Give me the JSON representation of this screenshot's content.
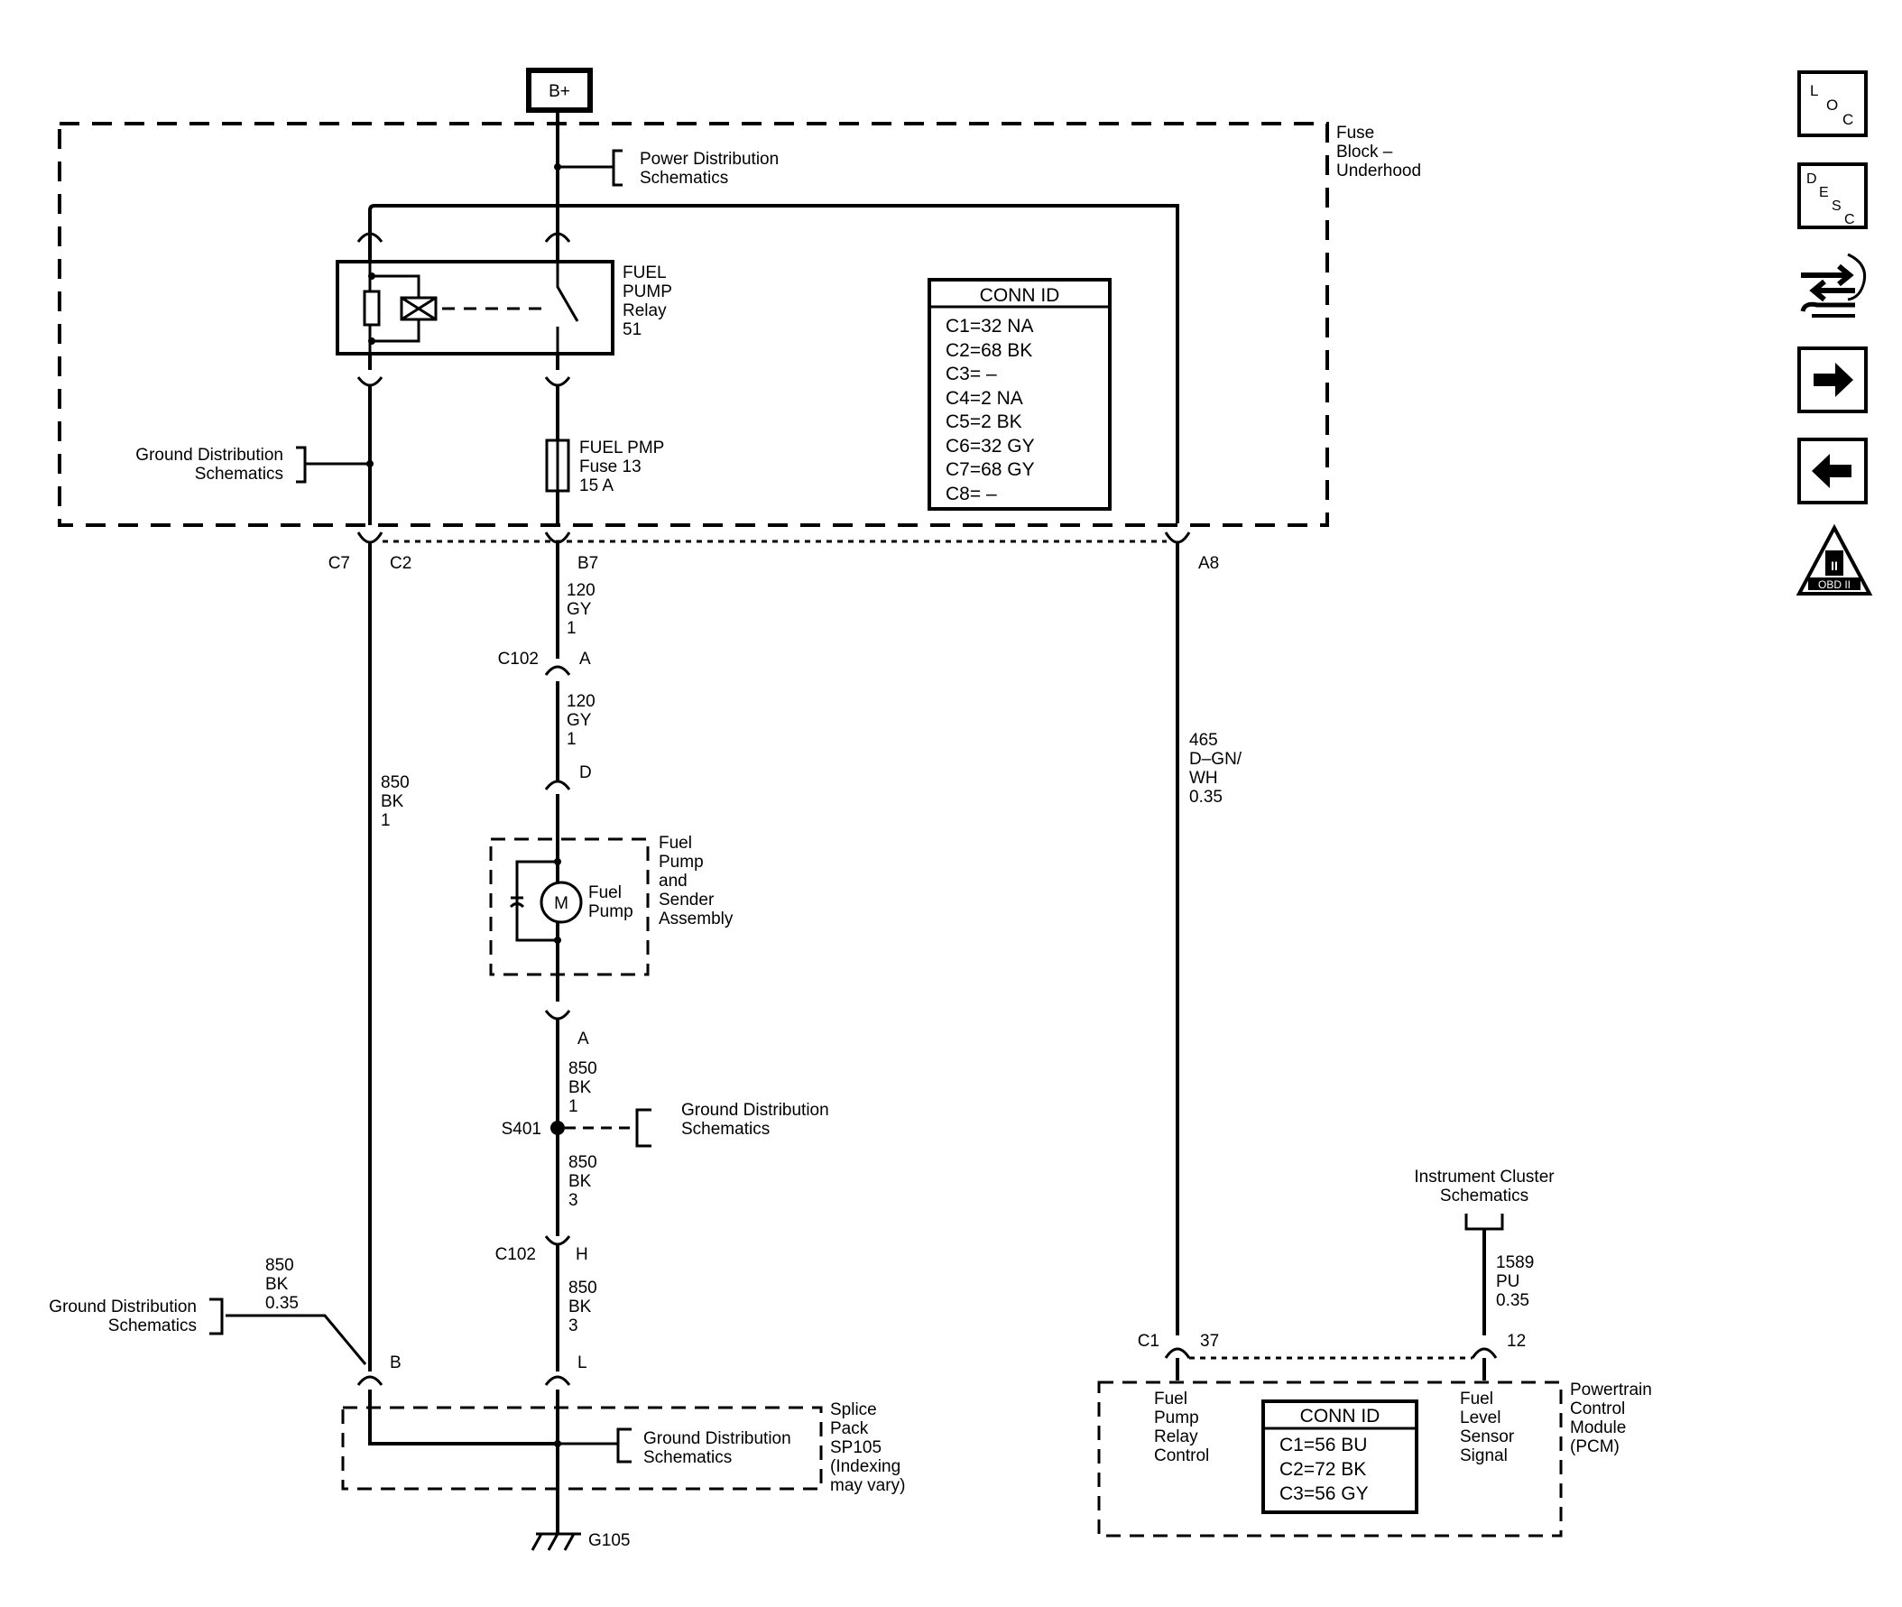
{
  "battery": "B+",
  "fuse_block": [
    "Fuse",
    "Block –",
    "Underhood"
  ],
  "power_dist": [
    "Power Distribution",
    "Schematics"
  ],
  "ground_dist": [
    "Ground Distribution",
    "Schematics"
  ],
  "relay": [
    "FUEL",
    "PUMP",
    "Relay",
    "51"
  ],
  "fuse": [
    "FUEL PMP",
    "Fuse 13",
    "15 A"
  ],
  "fuse_conn_id": {
    "title": "CONN ID",
    "rows": [
      "C1=32 NA",
      "C2=68 BK",
      "C3= –",
      "C4=2 NA",
      "C5=2 BK",
      "C6=32 GY",
      "C7=68 GY",
      "C8= –"
    ]
  },
  "connectors": {
    "c7": "C7",
    "c2": "C2",
    "b7": "B7",
    "a8": "A8",
    "c102": "C102",
    "pin_a": "A",
    "pin_d": "D",
    "pin_a2": "A",
    "s401": "S401",
    "pin_h": "H",
    "pin_b": "B",
    "pin_l": "L",
    "c1": "C1",
    "pin_37": "37",
    "pin_12": "12",
    "g105": "G105"
  },
  "wires": {
    "w_120a": [
      "120",
      "GY",
      "1"
    ],
    "w_120b": [
      "120",
      "GY",
      "1"
    ],
    "w_850_left": [
      "850",
      "BK",
      "1"
    ],
    "w_850_a": [
      "850",
      "BK",
      "1"
    ],
    "w_850_s": [
      "850",
      "BK",
      "3"
    ],
    "w_850_h": [
      "850",
      "BK",
      "3"
    ],
    "w_850_gd": [
      "850",
      "BK",
      "0.35"
    ],
    "w_465": [
      "465",
      "D–GN/",
      "WH",
      "0.35"
    ],
    "w_1589": [
      "1589",
      "PU",
      "0.35"
    ]
  },
  "pump_assembly": [
    "Fuel",
    "Pump",
    "and",
    "Sender",
    "Assembly"
  ],
  "pump": [
    "Fuel",
    "Pump"
  ],
  "motor": "M",
  "splice_pack": [
    "Splice",
    "Pack",
    "SP105",
    "(Indexing",
    "may vary)"
  ],
  "instrument_cluster": [
    "Instrument Cluster",
    "Schematics"
  ],
  "pcm": {
    "name": [
      "Powertrain",
      "Control",
      "Module",
      "(PCM)"
    ],
    "relay_ctrl": [
      "Fuel",
      "Pump",
      "Relay",
      "Control"
    ],
    "level_sensor": [
      "Fuel",
      "Level",
      "Sensor",
      "Signal"
    ],
    "conn_id": {
      "title": "CONN ID",
      "rows": [
        "C1=56 BU",
        "C2=72 BK",
        "C3=56 GY"
      ]
    }
  },
  "side_icons": {
    "loc": [
      "L",
      "O",
      "C"
    ],
    "desc": [
      "D",
      "E",
      "S",
      "C"
    ],
    "connector": "connector-icon",
    "next": "arrow-right-icon",
    "prev": "arrow-left-icon",
    "obd": [
      "II",
      "OBD II"
    ]
  }
}
